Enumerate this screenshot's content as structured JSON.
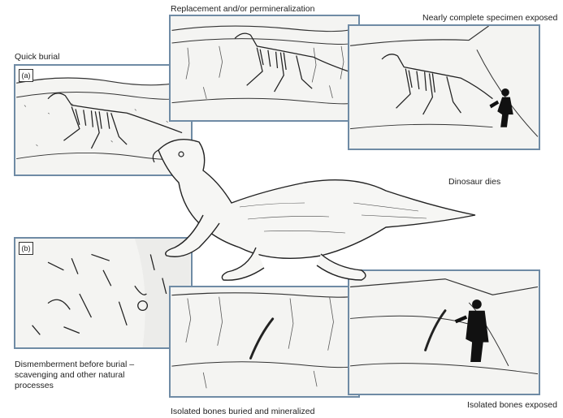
{
  "labels": {
    "quick_burial": "Quick burial",
    "replacement": "Replacement and/or permineralization",
    "nearly_complete": "Nearly complete specimen exposed",
    "dinosaur_dies": "Dinosaur dies",
    "dismemberment_1": "Dismemberment before burial –",
    "dismemberment_2": "scavenging and other natural",
    "dismemberment_3": "processes",
    "isolated_buried": "Isolated bones buried and mineralized",
    "isolated_exposed": "Isolated bones exposed"
  },
  "panel_tags": {
    "a": "(a)",
    "b": "(b)"
  },
  "colors": {
    "panel_border": "#6f8ba5",
    "arrow_fill": "#dfe6ee",
    "ink": "#222222"
  }
}
